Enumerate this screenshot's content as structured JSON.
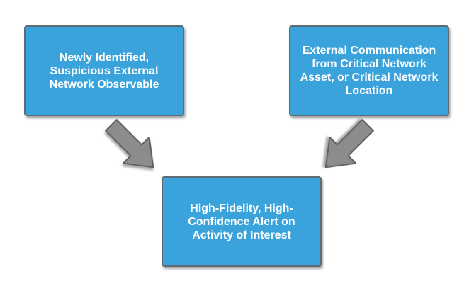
{
  "nodes": {
    "left": {
      "label": "Newly Identified, Suspicious External Network Observable"
    },
    "right": {
      "label": "External Communication from Critical Network Asset, or Critical Network Location"
    },
    "bottom": {
      "label": "High-Fidelity, High-Confidence Alert on Activity of Interest"
    }
  },
  "colors": {
    "box_fill": "#3aa3dc",
    "box_border": "#5d6b75",
    "arrow_fill": "#8c8c8c",
    "arrow_stroke": "#5e5e5e",
    "text": "#ffffff"
  },
  "edges": [
    {
      "from": "left",
      "to": "bottom"
    },
    {
      "from": "right",
      "to": "bottom"
    }
  ]
}
